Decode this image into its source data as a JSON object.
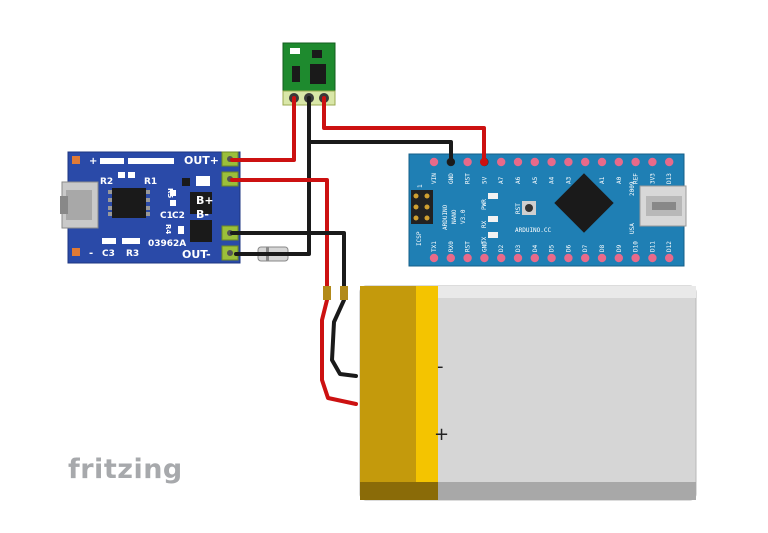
{
  "watermark": "fritzing",
  "charger": {
    "labels": {
      "out_plus": "OUT+",
      "b_plus": "B+",
      "b_minus": "B-",
      "out_minus": "OUT-",
      "plus_sign": "+",
      "minus_sign": "-",
      "r2": "R2",
      "r1": "R1",
      "r5": "R5",
      "c1": "C1",
      "c2": "C2",
      "r4": "R4",
      "c3": "C3",
      "r3": "R3",
      "code": "03962A"
    }
  },
  "arduino": {
    "top_pins": [
      "VIN",
      "GND",
      "RST",
      "5V",
      "A7",
      "A6",
      "A5",
      "A4",
      "A3",
      "A2",
      "A1",
      "A0",
      "REF",
      "3V3",
      "D13"
    ],
    "bottom_pins": [
      "TX1",
      "RX0",
      "RST",
      "GND",
      "D2",
      "D3",
      "D4",
      "D5",
      "D6",
      "D7",
      "D8",
      "D9",
      "D10",
      "D11",
      "D12"
    ],
    "name_line1": "ARDUINO",
    "name_line2": "NANO",
    "name_line3": "V3.0",
    "icsp": "ICSP",
    "rst_btn": "RST",
    "pwr": "PWR",
    "rx": "RX",
    "tx": "TX",
    "year": "2009",
    "usa": "USA",
    "brand": "ARDUINO.CC",
    "pin1": "1"
  },
  "battery": {
    "minus": "-",
    "plus": "+"
  },
  "colors": {
    "wire_red": "#cc1111",
    "wire_black": "#1a1a1a",
    "charger_board": "#2a4aa8",
    "arduino_board": "#1f7fb4",
    "module_board": "#1e8a2e",
    "battery_body": "#d6d6d6",
    "battery_tape": "#c49a0c",
    "battery_band": "#f4c400"
  }
}
